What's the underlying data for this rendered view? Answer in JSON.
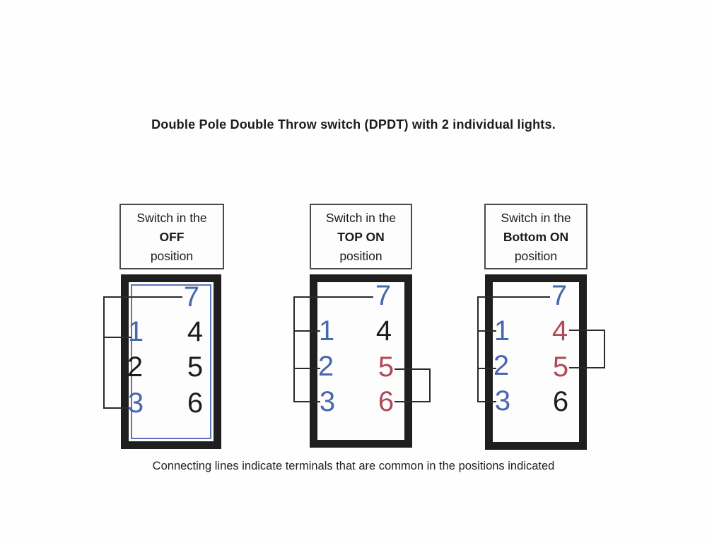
{
  "page": {
    "title": "Double Pole Double Throw switch (DPDT) with 2 individual lights.",
    "caption": "Connecting lines indicate terminals that are common in the positions indicated"
  },
  "colors": {
    "blue": "#4767ae",
    "red": "#b04a58",
    "black": "#1c1c1c"
  },
  "switches": [
    {
      "name": "off",
      "label": {
        "line1": "Switch in the",
        "line2": "OFF",
        "line3": "position"
      },
      "terminals": [
        {
          "num": "7",
          "color": "blue"
        },
        {
          "num": "1",
          "color": "blue"
        },
        {
          "num": "4",
          "color": "black"
        },
        {
          "num": "2",
          "color": "black"
        },
        {
          "num": "5",
          "color": "black"
        },
        {
          "num": "3",
          "color": "blue"
        },
        {
          "num": "6",
          "color": "black"
        }
      ],
      "common_left": [
        "7",
        "1",
        "3"
      ],
      "common_right": []
    },
    {
      "name": "top-on",
      "label": {
        "line1": "Switch in the",
        "line2": "TOP ON",
        "line3": "position"
      },
      "terminals": [
        {
          "num": "7",
          "color": "blue"
        },
        {
          "num": "1",
          "color": "blue"
        },
        {
          "num": "4",
          "color": "black"
        },
        {
          "num": "2",
          "color": "blue"
        },
        {
          "num": "5",
          "color": "red"
        },
        {
          "num": "3",
          "color": "blue"
        },
        {
          "num": "6",
          "color": "red"
        }
      ],
      "common_left": [
        "7",
        "1",
        "2",
        "3"
      ],
      "common_right": [
        "5",
        "6"
      ]
    },
    {
      "name": "bottom-on",
      "label": {
        "line1": "Switch in the",
        "line2": "Bottom ON",
        "line3": "position"
      },
      "terminals": [
        {
          "num": "7",
          "color": "blue"
        },
        {
          "num": "1",
          "color": "blue"
        },
        {
          "num": "4",
          "color": "red"
        },
        {
          "num": "2",
          "color": "blue"
        },
        {
          "num": "5",
          "color": "red"
        },
        {
          "num": "3",
          "color": "blue"
        },
        {
          "num": "6",
          "color": "black"
        }
      ],
      "common_left": [
        "7",
        "1",
        "2",
        "3"
      ],
      "common_right": [
        "4",
        "5"
      ]
    }
  ]
}
